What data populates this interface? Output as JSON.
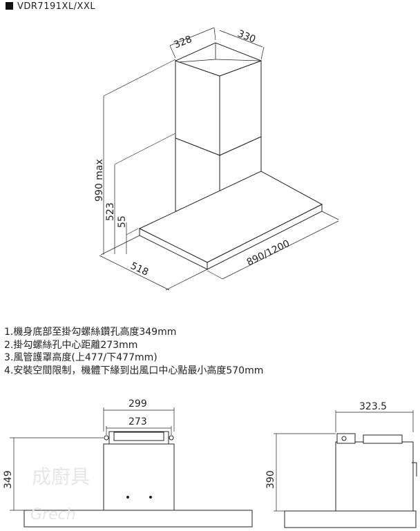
{
  "model": "VDR7191XL/XXL",
  "top_view": {
    "dims": {
      "chimney_width": "328",
      "chimney_depth": "330",
      "height_max": "990  max",
      "height_523": "523",
      "height_55": "55",
      "depth": "518",
      "width": "890/1200"
    }
  },
  "notes": [
    "1.機身底部至掛勾螺絲鑽孔高度349mm",
    "2.掛勾螺絲孔中心距離273mm",
    "3.風管護罩高度(上477/下477mm)",
    "4.安裝空間限制，機體下緣到出風口中心點最小高度570mm"
  ],
  "front_view": {
    "dims": {
      "outer": "299",
      "inner": "273",
      "height": "349"
    }
  },
  "side_view": {
    "dims": {
      "depth": "323.5",
      "height": "390"
    }
  },
  "watermark": {
    "text1": "成廚具",
    "text2": "Grech"
  }
}
